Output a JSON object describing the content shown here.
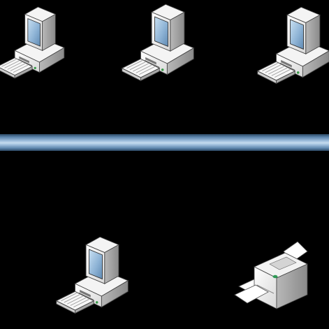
{
  "diagram": {
    "type": "bus-network",
    "background_color": "#000000",
    "bus_color": "#9fbedc",
    "nodes": [
      {
        "id": "pc1",
        "device": "desktop-computer-icon"
      },
      {
        "id": "pc2",
        "device": "desktop-computer-icon"
      },
      {
        "id": "pc3",
        "device": "desktop-computer-icon"
      },
      {
        "id": "pc4",
        "device": "desktop-computer-icon"
      },
      {
        "id": "printer",
        "device": "printer-icon"
      }
    ]
  }
}
